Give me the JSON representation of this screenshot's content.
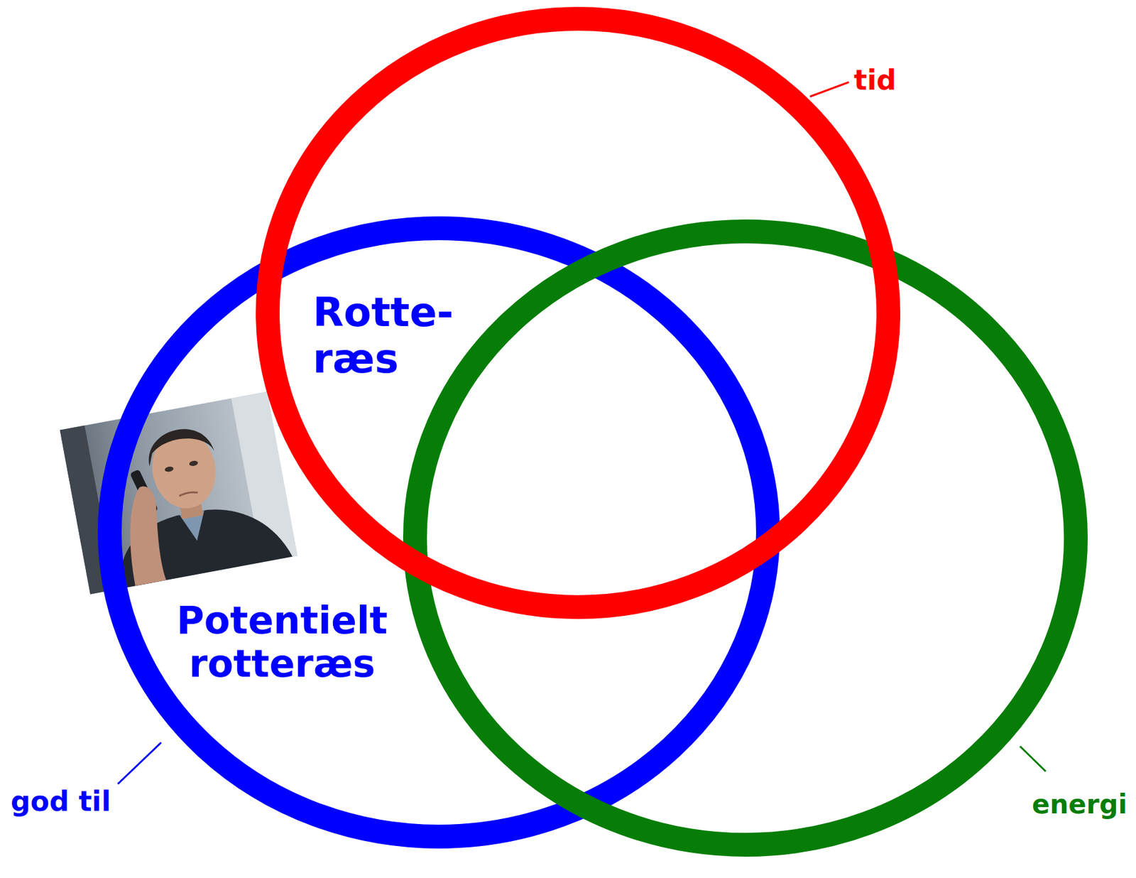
{
  "diagram": {
    "nodes": [
      {
        "text": [
          "tid"
        ]
      },
      {
        "text": [
          "god til"
        ]
      },
      {
        "text": [
          "energi"
        ]
      }
    ],
    "labels": [
      "Rotte- ræs",
      "Potentielt rotteræs"
    ]
  }
}
